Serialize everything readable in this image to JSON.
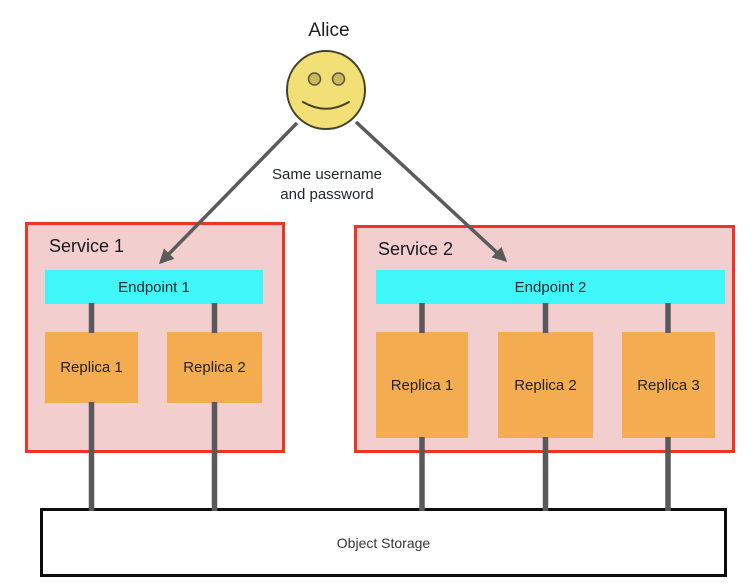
{
  "diagram": {
    "title": "Alice",
    "note": "Same username\nand password",
    "services": [
      {
        "label": "Service 1",
        "endpoint": "Endpoint 1",
        "replicas": [
          "Replica 1",
          "Replica 2"
        ]
      },
      {
        "label": "Service 2",
        "endpoint": "Endpoint 2",
        "replicas": [
          "Replica 1",
          "Replica 2",
          "Replica 3"
        ]
      }
    ],
    "storage": {
      "label": "Object Storage"
    },
    "icons": [
      "smiley-face-icon"
    ],
    "colors": {
      "service_border": "#EE3423",
      "service_fill": "#F2CFCE",
      "endpoint_fill": "#3FF6F8",
      "replica_fill": "#F4AC50",
      "connector_gray": "#595959",
      "arrow_gray": "#5B5B5B",
      "face_yellow": "#F2DF76",
      "face_outline": "#45422C",
      "storage_border": "#0D0D0D",
      "background": "#FFFFFF"
    }
  }
}
